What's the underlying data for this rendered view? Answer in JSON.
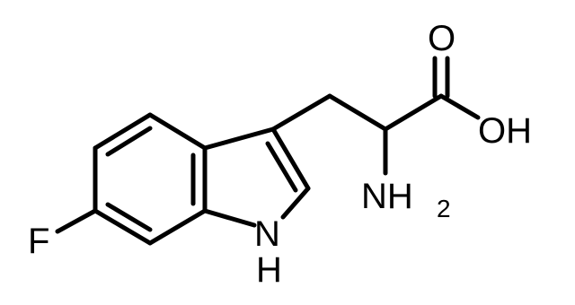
{
  "molecule": {
    "atoms": {
      "fluorine": "F",
      "indole_nh": "H",
      "indole_n": "N",
      "amine_n": "NH",
      "amine_sub": "2",
      "carbonyl_o": "O",
      "hydroxyl": "OH"
    },
    "colors": {
      "bond": "#000000",
      "text": "#000000",
      "background": "#ffffff"
    }
  }
}
